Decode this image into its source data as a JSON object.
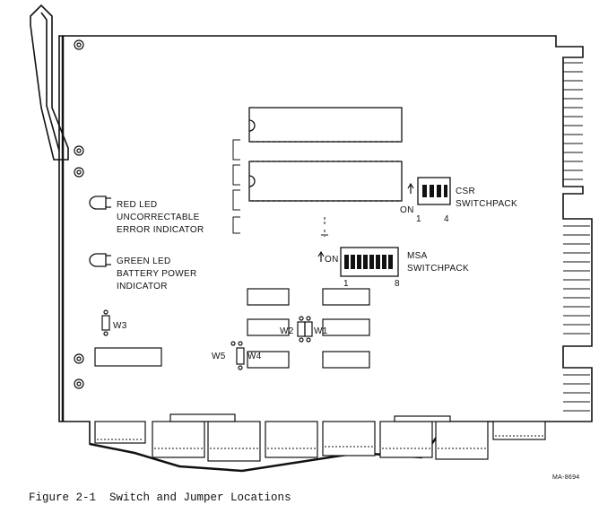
{
  "leds": {
    "red": {
      "line1": "RED LED",
      "line2": "UNCORRECTABLE",
      "line3": "ERROR INDICATOR"
    },
    "green": {
      "line1": "GREEN LED",
      "line2": "BATTERY POWER",
      "line3": "INDICATOR"
    }
  },
  "csr_switchpack": {
    "line1": "CSR",
    "line2": "SWITCHPACK",
    "on_label": "ON",
    "num_left": "1",
    "num_right": "4"
  },
  "msa_switchpack": {
    "line1": "MSA",
    "line2": "SWITCHPACK",
    "on_label": "ON",
    "num_left": "1",
    "num_right": "8"
  },
  "jumpers": {
    "w1": "W1",
    "w2": "W2",
    "w3": "W3",
    "w4": "W4",
    "w5": "W5"
  },
  "figure_code": "MA-8694",
  "caption": {
    "number": "Figure 2-1",
    "title": "Switch and Jumper Locations"
  }
}
